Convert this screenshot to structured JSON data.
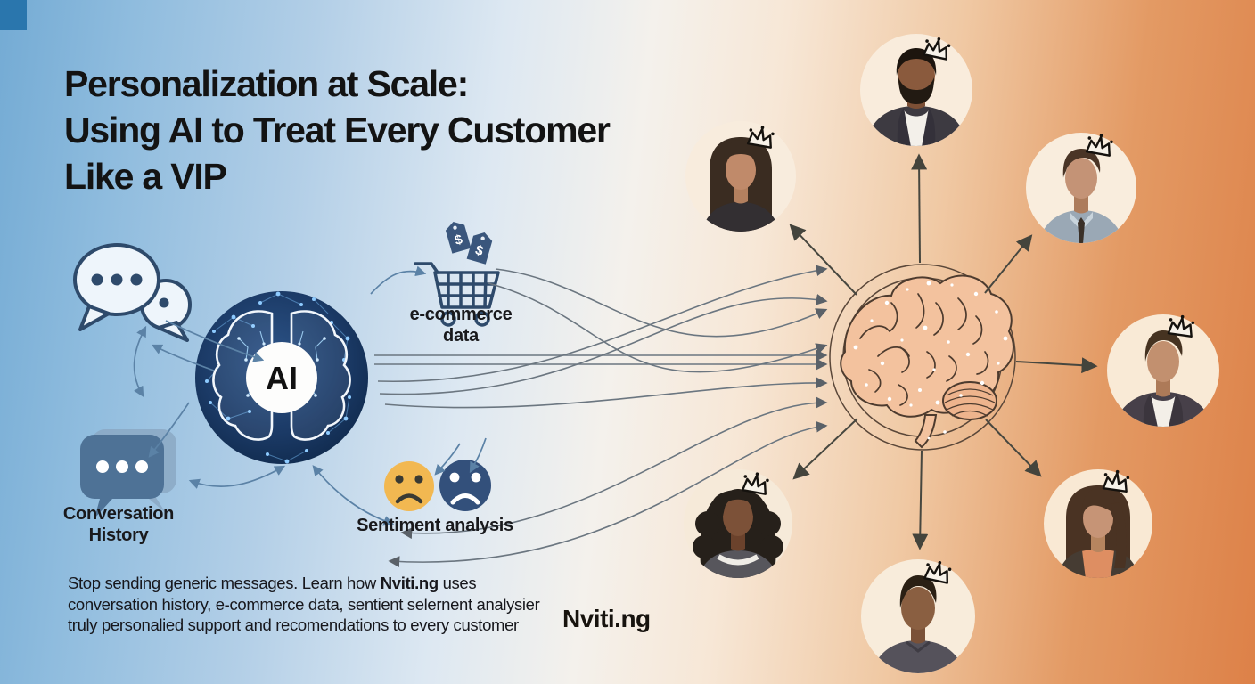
{
  "title": {
    "line1": "Personalization at Scale:",
    "line2": "Using AI to Treat Every Customer",
    "line3": "Like a VIP"
  },
  "ai_core": {
    "label": "AI"
  },
  "data_sources": {
    "conversation_history": {
      "label_line1": "Conversation",
      "label_line2": "History"
    },
    "ecommerce": {
      "label_line1": "e-commerce",
      "label_line2": "data",
      "price_tag_symbol": "$"
    },
    "sentiment": {
      "label": "Sentiment analysis"
    }
  },
  "footer": {
    "line1_prefix": "Stop sending generic messages. Learn how ",
    "line1_brand": "Nviti.ng",
    "line1_suffix": " uses",
    "line2": "conversation history, e-commerce data, sentient selernent analysier",
    "line3": "truly personalied support and recomendations to every customer"
  },
  "brand": {
    "name": "Nviti.ng"
  },
  "icons": {
    "left": [
      "chat-bubbles-icon",
      "conversation-history-icon",
      "ai-brain-circuit-icon",
      "shopping-cart-icon",
      "price-tag-icon",
      "sad-face-yellow-icon",
      "sad-face-navy-icon"
    ],
    "right": [
      "brain-icon",
      "crown-icon",
      "customer-avatars"
    ]
  },
  "colors": {
    "background_left": "#74abd4",
    "background_right": "#dd8148",
    "ai_circle": "#132e54",
    "connector_blue": "#5b82a6",
    "flow_gray": "#6b7680",
    "radial_arrow": "#47473f",
    "sentiment_yellow": "#f2b851",
    "sentiment_navy": "#33507b",
    "brain_line": "#4d3b2e"
  }
}
